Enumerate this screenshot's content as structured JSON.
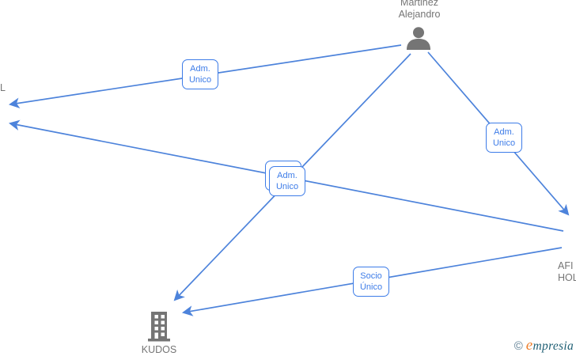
{
  "palette": {
    "edge_blue": "#4d83db",
    "label_blue": "#3d7ce8",
    "node_gray": "#757575",
    "brand_orange": "#ee7f2d",
    "brand_teal": "#1f5f74",
    "copyright_slate": "#5b7d92"
  },
  "nodes": {
    "person": {
      "name": "Martinez\nAlejandro",
      "icon": "person-icon"
    },
    "kudos": {
      "name": "KUDOS",
      "icon": "building-icon"
    },
    "right_company": {
      "name_fragment": "AFI\nHOL",
      "icon": "building-icon-offscreen"
    },
    "left_company": {
      "name_fragment": "L"
    }
  },
  "edges": [
    {
      "from": "person",
      "to": "left_company_1",
      "label": "Adm.\nUnico"
    },
    {
      "from": "person",
      "to": "right_company",
      "label": "Adm.\nUnico"
    },
    {
      "from": "right_company",
      "to": "left_company_2",
      "label": "Adm.\nUnico"
    },
    {
      "from": "person",
      "to": "kudos",
      "label": "Adm.\nUnico"
    },
    {
      "from": "right_company",
      "to": "kudos",
      "label": "Socio\nÚnico"
    }
  ],
  "watermark": {
    "copyright": "©",
    "brand": "empresia"
  }
}
